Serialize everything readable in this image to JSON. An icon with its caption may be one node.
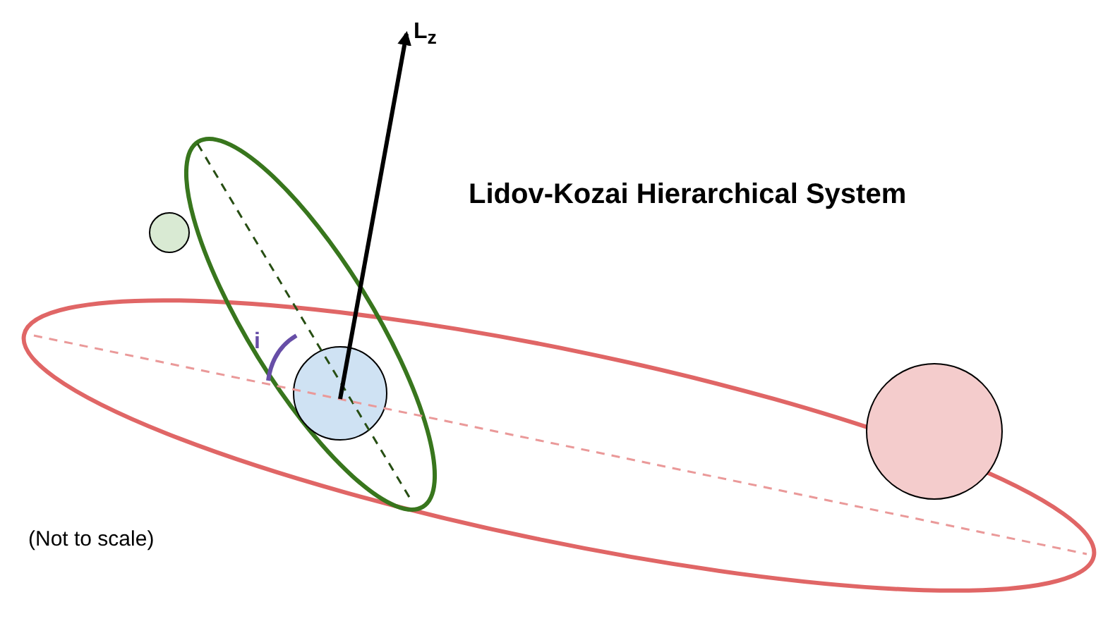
{
  "diagram": {
    "title": "Lidov-Kozai Hierarchical System",
    "nodes": [
      {
        "text": [],
        "shape": "circle"
      },
      {
        "text": [],
        "shape": "circle"
      },
      {
        "text": [],
        "shape": "circle"
      }
    ],
    "labels": [
      "L$_{z}$",
      "i",
      "(Not to scale)"
    ]
  }
}
